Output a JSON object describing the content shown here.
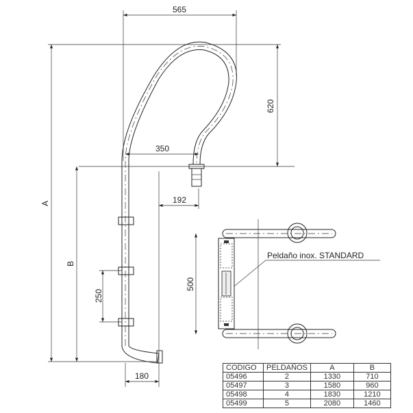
{
  "dimensions": {
    "width_top": "565",
    "height_top": "620",
    "offset_350": "350",
    "offset_192": "192",
    "foot_180": "180",
    "step_spacing": "250",
    "step_width": "500",
    "total_height": "A",
    "submerged_height": "B"
  },
  "callout": "Peldaño inox. STANDARD",
  "table": {
    "headers": [
      "CODIGO",
      "PELDAÑOS",
      "A",
      "B"
    ],
    "rows": [
      [
        "05496",
        "2",
        "1330",
        "710"
      ],
      [
        "05497",
        "3",
        "1580",
        "960"
      ],
      [
        "05498",
        "4",
        "1830",
        "1210"
      ],
      [
        "05499",
        "5",
        "2080",
        "1460"
      ]
    ]
  }
}
